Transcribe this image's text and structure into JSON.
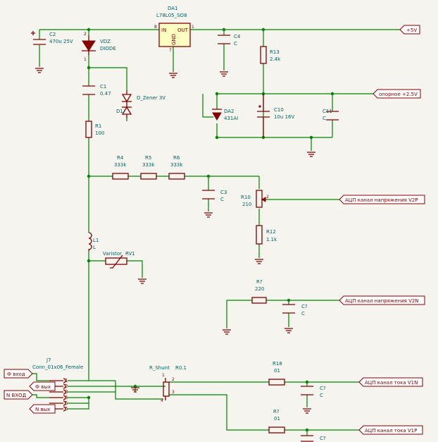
{
  "components": {
    "da1": {
      "ref": "DA1",
      "value": "L78L05_SO8",
      "pin_in": "IN",
      "pin_out": "OUT",
      "pin_gnd": "GND",
      "pin_in_num": "8",
      "pin_out_num": "1",
      "pin_gnd_num": "7"
    },
    "c2": {
      "ref": "C2",
      "value": "470u 25V"
    },
    "vdz": {
      "ref": "VDZ",
      "value": "DIODE"
    },
    "c4": {
      "ref": "C4",
      "value": "C"
    },
    "r13": {
      "ref": "R13",
      "value": "2.4k"
    },
    "c1": {
      "ref": "C1",
      "value": "0.47"
    },
    "d1": {
      "ref": "D1",
      "value": "D_Zener 3V"
    },
    "da2": {
      "ref": "DA2",
      "value": "431AI"
    },
    "c10": {
      "ref": "C10",
      "value": "10u 16V"
    },
    "c11": {
      "ref": "C11",
      "value": "C"
    },
    "r1": {
      "ref": "R1",
      "value": "100"
    },
    "r4": {
      "ref": "R4",
      "value": "333k"
    },
    "r5": {
      "ref": "R5",
      "value": "333k"
    },
    "r6": {
      "ref": "R6",
      "value": "333k"
    },
    "c3": {
      "ref": "C3",
      "value": "C"
    },
    "r10": {
      "ref": "R10",
      "value": "210",
      "pin": "2"
    },
    "r12": {
      "ref": "R12",
      "value": "1.1k"
    },
    "l1": {
      "ref": "L1",
      "value": "L"
    },
    "rv1": {
      "ref": "RV1",
      "value": "Varistor"
    },
    "r_unk1": {
      "ref": "R?",
      "value": "220"
    },
    "c_unk1": {
      "ref": "C?",
      "value": "C"
    },
    "j7": {
      "ref": "J7",
      "value": "Conn_01x06_Female",
      "pins": [
        "1",
        "2",
        "3",
        "4",
        "5",
        "6"
      ]
    },
    "rshunt": {
      "ref": "R0.1",
      "value": "R_Shunt",
      "pins": [
        "1",
        "2",
        "3",
        "4"
      ]
    },
    "r18": {
      "ref": "R18",
      "value": "01"
    },
    "c7a": {
      "ref": "C?",
      "value": "C"
    },
    "r_unk2": {
      "ref": "R?",
      "value": "01"
    },
    "c7b": {
      "ref": "C?",
      "value": ""
    }
  },
  "labels": {
    "p5v": "+5V",
    "ref25": "опорное +2.5V",
    "adc_v2p": "АЦП канал напряжения V2P",
    "adc_v2n": "АЦП канал напряжения V2N",
    "adc_v1n": "АЦП канал тока V1N",
    "adc_v1p": "АЦП канал тока V1P",
    "phase_in": "Ф вход",
    "phase_out": "Ф вых",
    "n_in": "N ВХОД",
    "n_out": "N вых"
  },
  "colors": {
    "wire": "#008400",
    "component": "#840000",
    "text": "#006464",
    "background": "#f5f4ef"
  }
}
